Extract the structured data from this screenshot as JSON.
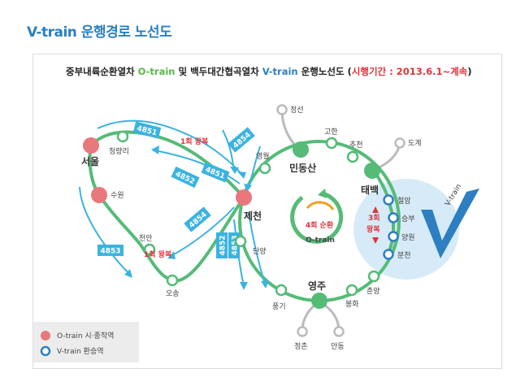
{
  "page_title": "V-train 운행경로 노선도",
  "diagram": {
    "heading": {
      "p1": "중부내륙순환열차 ",
      "p2": "O-train",
      "p3": " 및 백두대간협곡열차 ",
      "p4": "V-train",
      "p5": " 운행노선도 (",
      "p6": "시행기간 : 2013.6.1~계속",
      "p7": ")"
    },
    "colors": {
      "line": "#55bb77",
      "terminal": "#e8787c",
      "transfer": "#2d7fc1",
      "tag": "#3bb3e0",
      "gray": "#bbbbbb",
      "red": "#e0333b",
      "vtrain_area": "#d6ebf7",
      "orange": "#f0a021"
    },
    "stations": {
      "seoul": "서울",
      "cheongnyangni": "청량리",
      "suwon": "수원",
      "cheonan": "천안",
      "osong": "오송",
      "jecheon": "제천",
      "yeongwol": "영월",
      "mindungsan": "민동산",
      "jeongseon": "정선",
      "gohan": "고한",
      "chucheon": "추천",
      "taebaek": "태백",
      "dogye": "도계",
      "danyang": "단양",
      "punggi": "풍기",
      "yeongju": "영주",
      "bonghwa": "봉화",
      "chunyang": "춘양",
      "jeongchon": "정촌",
      "andong": "안동",
      "cheoram": "철암",
      "seungbu": "승부",
      "yangwon": "양원",
      "buncheon": "분천"
    },
    "trains": {
      "t4851_a": "4851",
      "t4851_b": "4851",
      "t4852": "4852",
      "t4852_v": "4852",
      "t4853_v": "4853",
      "t4853_l": "4853",
      "t4854_a": "4854",
      "t4854_b": "4854"
    },
    "notes": {
      "once_round_top": "1회 왕복",
      "once_round_bottom": "1회 왕복",
      "three_round_top": "3회",
      "three_round_bottom": "왕복",
      "circle_4": "4회 순환",
      "otrain_logo": "O-train",
      "vtrain_logo": "V-train"
    },
    "legend": {
      "terminal": "O-train 시·종착역",
      "transfer": "V-train 환승역"
    }
  }
}
